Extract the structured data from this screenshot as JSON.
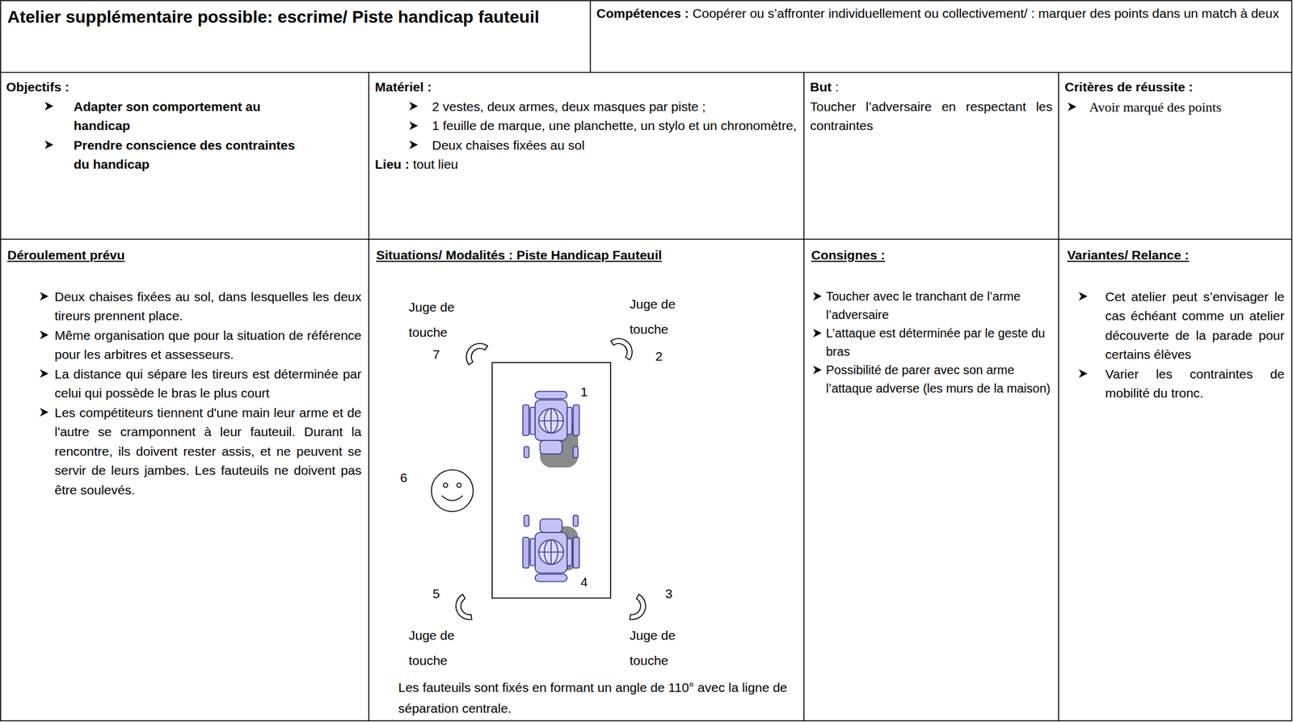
{
  "diagram": {
    "title": "Atelier supplémentaire possible: escrime/ Piste handicap fauteuil",
    "caption": "Les fauteuils sont fixés en formant un angle de 110° avec la ligne de séparation centrale.",
    "labels": [
      "Compétences :",
      "Coopérer ou s’affronter individuellement ou collectivement/ : marquer des points dans un match à deux",
      "Objectifs :",
      "Adapter son comportement au handicap",
      "Prendre conscience des contraintes du handicap",
      "Matériel :",
      "2 vestes, deux armes, deux masques par piste ;",
      "1 feuille de marque, une planchette, un stylo et un chronomètre,",
      "Deux chaises fixées au sol",
      "Lieu :",
      "tout lieu",
      "But",
      ":",
      "Toucher l’adversaire en respectant les contraintes",
      "Critères de réussite :",
      "Avoir marqué des points",
      "Déroulement prévu",
      "Deux chaises fixées au sol, dans lesquelles les deux tireurs prennent place.",
      "Même organisation que pour la situation de référence pour les arbitres et assesseurs.",
      "La distance qui sépare les tireurs est déterminée par celui qui possède le bras le plus court",
      "Les compétiteurs tiennent d'une main leur arme et de l'autre se cramponnent à leur fauteuil. Durant la rencontre, ils doivent rester assis, et ne peuvent se servir de leurs jambes. Les fauteuils ne doivent pas être soulevés.",
      "Situations/ Modalités : Piste Handicap Fauteuil",
      "Consignes :",
      "Toucher avec le tranchant de l’arme l’adversaire",
      "L’attaque est déterminée par le geste du bras",
      "Possibilité de parer avec son arme l’attaque adverse (les murs de la maison)",
      "Variantes/ Relance :",
      "Cet atelier peut s’envisager le cas échéant comme un atelier découverte de la parade pour certains élèves",
      "Varier les contraintes de mobilité du tronc.",
      "Juge de touche",
      "Juge de touche",
      "7",
      "2",
      "1",
      "6",
      "4",
      "5",
      "3",
      "Juge de touche",
      "Juge de touche"
    ]
  }
}
